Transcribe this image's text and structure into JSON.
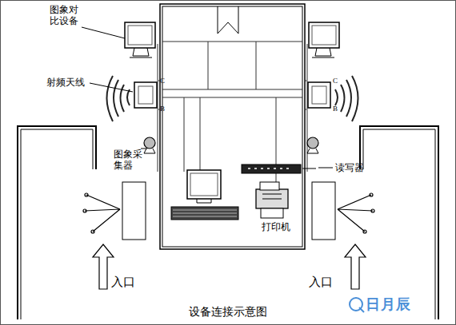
{
  "diagram": {
    "caption": "设备连接示意图",
    "labels": [
      "图象对比设备",
      "射频天线",
      "图象采集器",
      "读写器",
      "打印机",
      "入口",
      "入口",
      "C",
      "B",
      "C",
      "B",
      "日月辰"
    ]
  }
}
